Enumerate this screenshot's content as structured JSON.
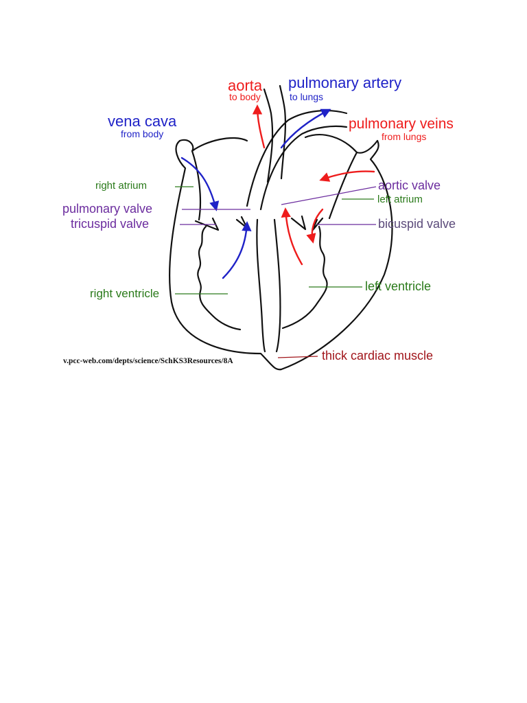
{
  "labels": {
    "aorta": "aorta",
    "aorta_sub": "to body",
    "pulmonary_artery": "pulmonary artery",
    "pulmonary_artery_sub": "to lungs",
    "vena_cava": "vena cava",
    "vena_cava_sub": "from body",
    "pulmonary_veins": "pulmonary veins",
    "pulmonary_veins_sub": "from lungs",
    "right_atrium": "right atrium",
    "pulmonary_valve": "pulmonary valve",
    "tricuspid_valve": "tricuspid valve",
    "aortic_valve": "aortic valve",
    "left_atrium": "left atrium",
    "bicuspid_valve": "bicuspid valve",
    "right_ventricle": "right ventricle",
    "left_ventricle": "left ventricle",
    "thick_cardiac_muscle": "thick cardiac muscle"
  },
  "source": "v.pcc-web.com/depts/science/SchKS3Resources/8A",
  "colors": {
    "deoxygenated": "#1f22c7",
    "oxygenated": "#ee1c1c",
    "chamber_label": "#2a7a1a",
    "valve_label": "#6b2c9e",
    "muscle_label": "#a1151b",
    "outline": "#111111"
  }
}
